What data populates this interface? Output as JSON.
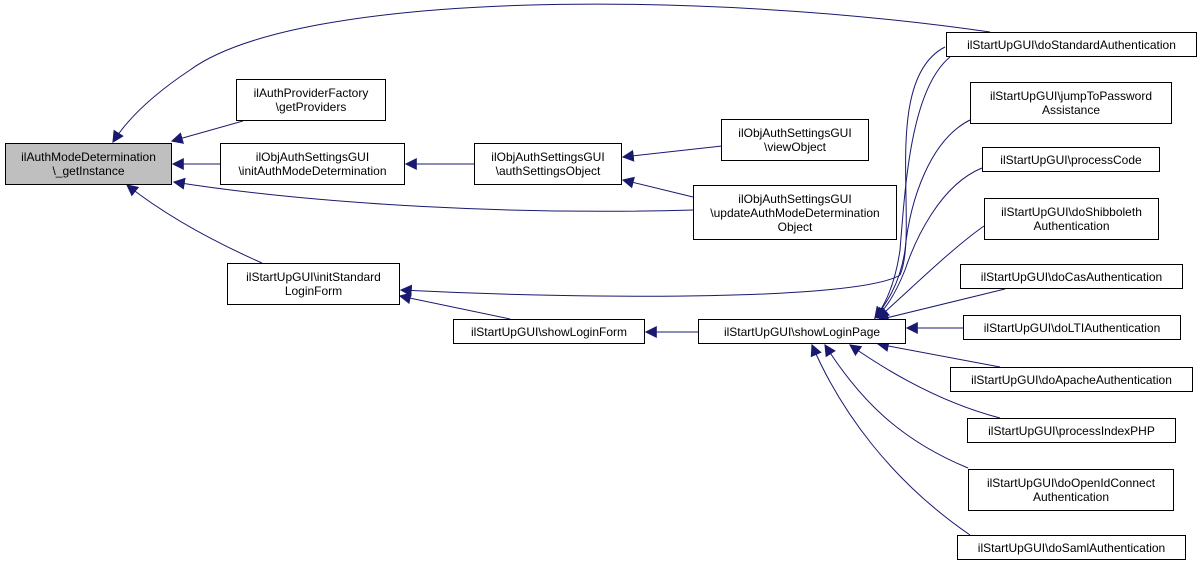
{
  "colors": {
    "edge": "#191970",
    "node_border": "#000000",
    "focus_fill": "#bfbfbf"
  },
  "nodes": {
    "get_instance": [
      "ilAuthModeDetermination",
      "\\_getInstance"
    ],
    "get_providers": [
      "ilAuthProviderFactory",
      "\\getProviders"
    ],
    "init_auth_mode": [
      "ilObjAuthSettingsGUI",
      "\\initAuthModeDetermination"
    ],
    "auth_settings_object": [
      "ilObjAuthSettingsGUI",
      "\\authSettingsObject"
    ],
    "view_object": [
      "ilObjAuthSettingsGUI",
      "\\viewObject"
    ],
    "update_auth_mode": [
      "ilObjAuthSettingsGUI",
      "\\updateAuthModeDetermination",
      "Object"
    ],
    "init_standard_login": [
      "ilStartUpGUI\\initStandard",
      "LoginForm"
    ],
    "show_login_form": [
      "ilStartUpGUI\\showLoginForm"
    ],
    "show_login_page": [
      "ilStartUpGUI\\showLoginPage"
    ],
    "do_standard_auth": [
      "ilStartUpGUI\\doStandardAuthentication"
    ],
    "jump_to_password": [
      "ilStartUpGUI\\jumpToPassword",
      "Assistance"
    ],
    "process_code": [
      "ilStartUpGUI\\processCode"
    ],
    "do_shibboleth": [
      "ilStartUpGUI\\doShibboleth",
      "Authentication"
    ],
    "do_cas": [
      "ilStartUpGUI\\doCasAuthentication"
    ],
    "do_lti": [
      "ilStartUpGUI\\doLTIAuthentication"
    ],
    "do_apache": [
      "ilStartUpGUI\\doApacheAuthentication"
    ],
    "process_index_php": [
      "ilStartUpGUI\\processIndexPHP"
    ],
    "do_openid": [
      "ilStartUpGUI\\doOpenIdConnect",
      "Authentication"
    ],
    "do_saml": [
      "ilStartUpGUI\\doSamlAuthentication"
    ]
  }
}
